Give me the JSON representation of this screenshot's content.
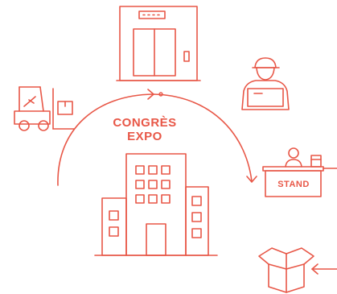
{
  "diagram": {
    "venue_line1": "CONGRÈS",
    "venue_line2": "EXPO",
    "stand_label": "STAND"
  },
  "colors": {
    "accent": "#e85747"
  },
  "icons": [
    "elevator-icon",
    "delivery-person-icon",
    "stand-icon",
    "open-box-icon",
    "forklift-icon",
    "building-icon",
    "arrow-icon"
  ]
}
